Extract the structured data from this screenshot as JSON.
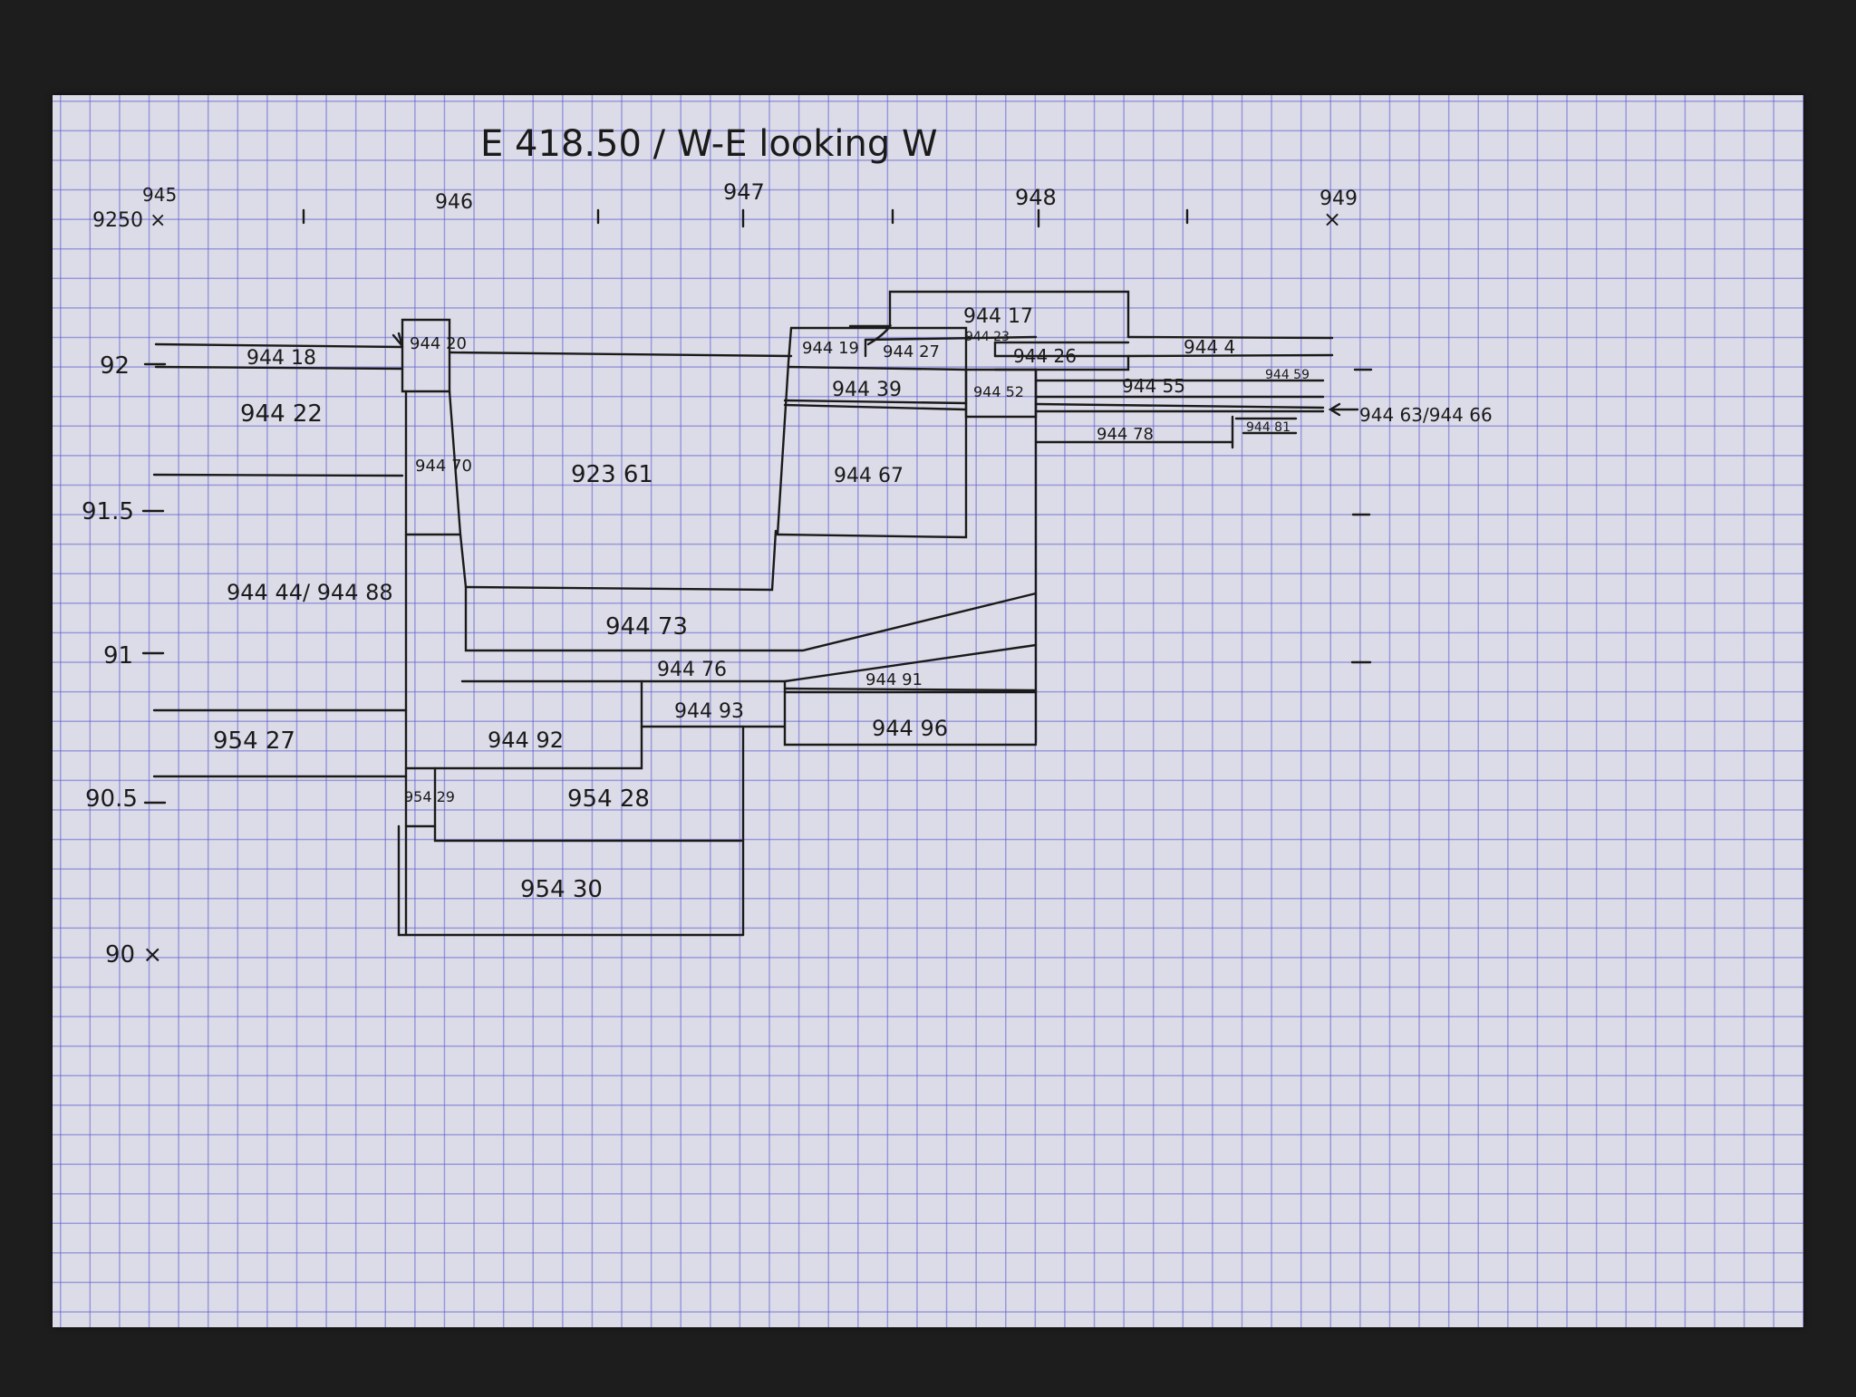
{
  "title": "E 418.50 / W-E looking W",
  "x_axis": {
    "start_label": "9250 ×",
    "labels": [
      {
        "value": 945,
        "text": "945"
      },
      {
        "value": 946,
        "text": "946"
      },
      {
        "value": 947,
        "text": "947"
      },
      {
        "value": 948,
        "text": "948"
      },
      {
        "value": 949,
        "text": "949"
      }
    ],
    "end_mark": "×"
  },
  "y_axis": {
    "labels": [
      {
        "value": 92,
        "text": "92"
      },
      {
        "value": 91.5,
        "text": "91.5"
      },
      {
        "value": 91,
        "text": "91"
      },
      {
        "value": 90.5,
        "text": "90.5"
      },
      {
        "value": 90,
        "text": "90 ×"
      }
    ]
  },
  "units": [
    {
      "id": "u94418",
      "text": "944 18"
    },
    {
      "id": "u94420",
      "text": "944 20"
    },
    {
      "id": "u94422",
      "text": "944 22"
    },
    {
      "id": "u94470",
      "text": "944 70"
    },
    {
      "id": "u92361",
      "text": "923 61"
    },
    {
      "id": "u94444",
      "text": "944 44/ 944 88"
    },
    {
      "id": "u94473",
      "text": "944 73"
    },
    {
      "id": "u94476",
      "text": "944 76"
    },
    {
      "id": "u94419",
      "text": "944 19"
    },
    {
      "id": "u94417",
      "text": "944 17"
    },
    {
      "id": "u94427",
      "text": "944 27"
    },
    {
      "id": "u94423",
      "text": "944 23"
    },
    {
      "id": "u94426",
      "text": "944 26"
    },
    {
      "id": "u9444",
      "text": "944 4"
    },
    {
      "id": "u94439",
      "text": "944 39"
    },
    {
      "id": "u94452",
      "text": "944 52"
    },
    {
      "id": "u94455",
      "text": "944 55"
    },
    {
      "id": "u94459",
      "text": "944 59"
    },
    {
      "id": "u94463",
      "text": "944 63/944 66"
    },
    {
      "id": "u94478",
      "text": "944 78"
    },
    {
      "id": "u94481",
      "text": "944 81"
    },
    {
      "id": "u94467",
      "text": "944 67"
    },
    {
      "id": "u94491",
      "text": "944 91"
    },
    {
      "id": "u94493",
      "text": "944 93"
    },
    {
      "id": "u94496",
      "text": "944 96"
    },
    {
      "id": "u94492",
      "text": "944 92"
    },
    {
      "id": "u95427",
      "text": "954 27"
    },
    {
      "id": "u95429",
      "text": "954 29"
    },
    {
      "id": "u95428",
      "text": "954 28"
    },
    {
      "id": "u95430",
      "text": "954 30"
    }
  ]
}
